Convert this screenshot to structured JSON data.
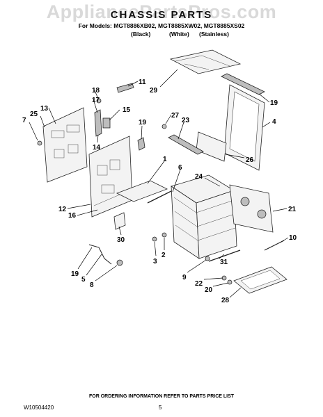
{
  "watermark": "AppliancePartsPros.com",
  "header": {
    "title": "CHASSIS PARTS",
    "models": "For Models: MGT8886XB02, MGT8885XW02, MGT8885XS02",
    "variants": [
      "(Black)",
      "(White)",
      "(Stainless)"
    ]
  },
  "callouts": [
    "29",
    "11",
    "18",
    "17",
    "19",
    "25",
    "13",
    "15",
    "7",
    "14",
    "27",
    "23",
    "4",
    "19",
    "26",
    "1",
    "6",
    "24",
    "21",
    "12",
    "16",
    "30",
    "10",
    "3",
    "2",
    "31",
    "19",
    "5",
    "8",
    "9",
    "22",
    "20",
    "28"
  ],
  "footer": {
    "note": "FOR ORDERING INFORMATION REFER TO PARTS PRICE LIST",
    "doc_number": "W10504420",
    "page_number": "5"
  },
  "colors": {
    "ink": "#000000",
    "watermark": "#d9d9d9",
    "part_fill": "#f3f3f3",
    "part_shade": "#bdbdbd"
  }
}
